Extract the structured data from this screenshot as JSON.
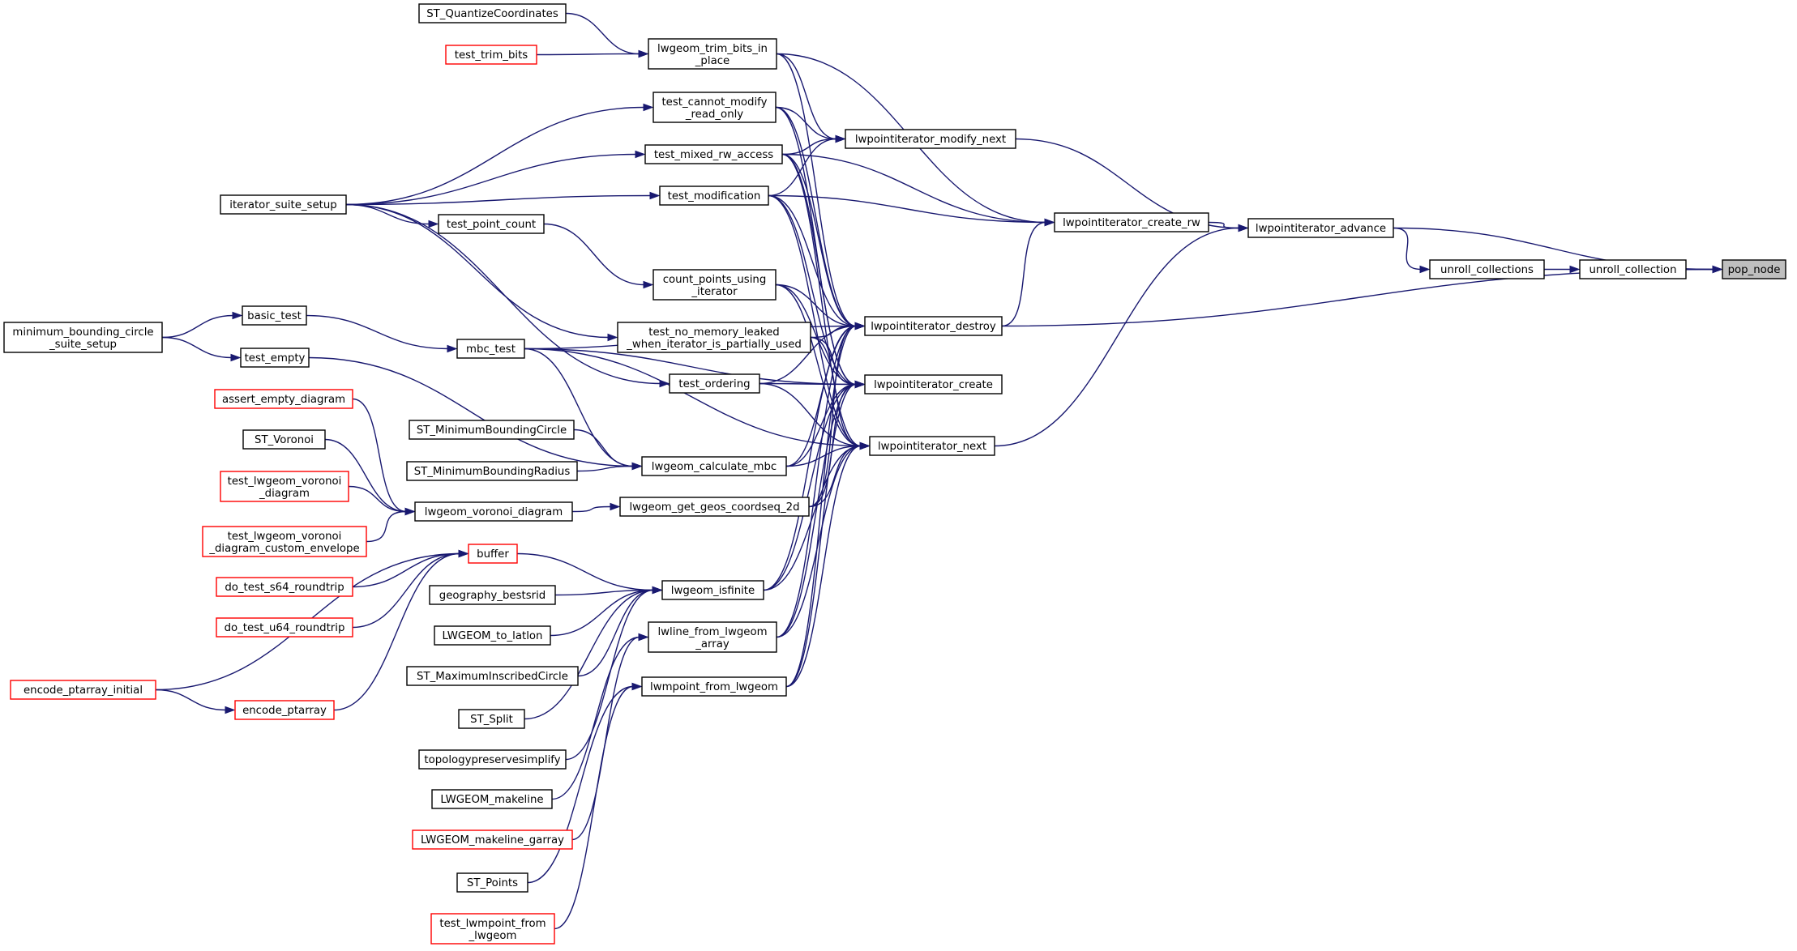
{
  "colors": {
    "edge": "#191970",
    "border_red": "#ff0000",
    "root_fill": "#bfbfbf"
  },
  "nodes": {
    "pop_node": "pop_node",
    "unroll_collection": "unroll_collection",
    "unroll_collections": "unroll_collections",
    "lwpointiterator_advance": "lwpointiterator_advance",
    "lwpointiterator_create_rw": "lwpointiterator_create_rw",
    "lwpointiterator_modify_next": "lwpointiterator_modify_next",
    "lwpointiterator_destroy": "lwpointiterator_destroy",
    "lwpointiterator_create": "lwpointiterator_create",
    "lwpointiterator_next": "lwpointiterator_next",
    "lwgeom_trim_bits_in_place": [
      "lwgeom_trim_bits_in",
      "_place"
    ],
    "ST_QuantizeCoordinates": "ST_QuantizeCoordinates",
    "test_trim_bits": "test_trim_bits",
    "test_cannot_modify_read_only": [
      "test_cannot_modify",
      "_read_only"
    ],
    "test_mixed_rw_access": "test_mixed_rw_access",
    "test_modification": "test_modification",
    "iterator_suite_setup": "iterator_suite_setup",
    "test_point_count": "test_point_count",
    "count_points_using_iterator": [
      "count_points_using",
      "_iterator"
    ],
    "test_no_memory_leaked": [
      "test_no_memory_leaked",
      "_when_iterator_is_partially_used"
    ],
    "test_ordering": "test_ordering",
    "minimum_bounding_circle_suite_setup": [
      "minimum_bounding_circle",
      "_suite_setup"
    ],
    "basic_test": "basic_test",
    "test_empty": "test_empty",
    "mbc_test": "mbc_test",
    "assert_empty_diagram": "assert_empty_diagram",
    "ST_Voronoi": "ST_Voronoi",
    "test_lwgeom_voronoi_diagram": [
      "test_lwgeom_voronoi",
      "_diagram"
    ],
    "test_lwgeom_voronoi_diagram_custom_envelope": [
      "test_lwgeom_voronoi",
      "_diagram_custom_envelope"
    ],
    "lwgeom_voronoi_diagram": "lwgeom_voronoi_diagram",
    "ST_MinimumBoundingCircle": "ST_MinimumBoundingCircle",
    "ST_MinimumBoundingRadius": "ST_MinimumBoundingRadius",
    "lwgeom_calculate_mbc": "lwgeom_calculate_mbc",
    "lwgeom_get_geos_coordseq_2d": "lwgeom_get_geos_coordseq_2d",
    "buffer": "buffer",
    "do_test_s64_roundtrip": "do_test_s64_roundtrip",
    "do_test_u64_roundtrip": "do_test_u64_roundtrip",
    "encode_ptarray_initial": "encode_ptarray_initial",
    "encode_ptarray": "encode_ptarray",
    "lwgeom_isfinite": "lwgeom_isfinite",
    "geography_bestsrid": "geography_bestsrid",
    "LWGEOM_to_latlon": "LWGEOM_to_latlon",
    "ST_MaximumInscribedCircle": "ST_MaximumInscribedCircle",
    "ST_Split": "ST_Split",
    "topologypreservesimplify": "topologypreservesimplify",
    "LWGEOM_makeline": "LWGEOM_makeline",
    "LWGEOM_makeline_garray": "LWGEOM_makeline_garray",
    "lwline_from_lwgeom_array": [
      "lwline_from_lwgeom",
      "_array"
    ],
    "lwmpoint_from_lwgeom": "lwmpoint_from_lwgeom",
    "ST_Points": "ST_Points",
    "test_lwmpoint_from_lwgeom": [
      "test_lwmpoint_from",
      "_lwgeom"
    ]
  }
}
